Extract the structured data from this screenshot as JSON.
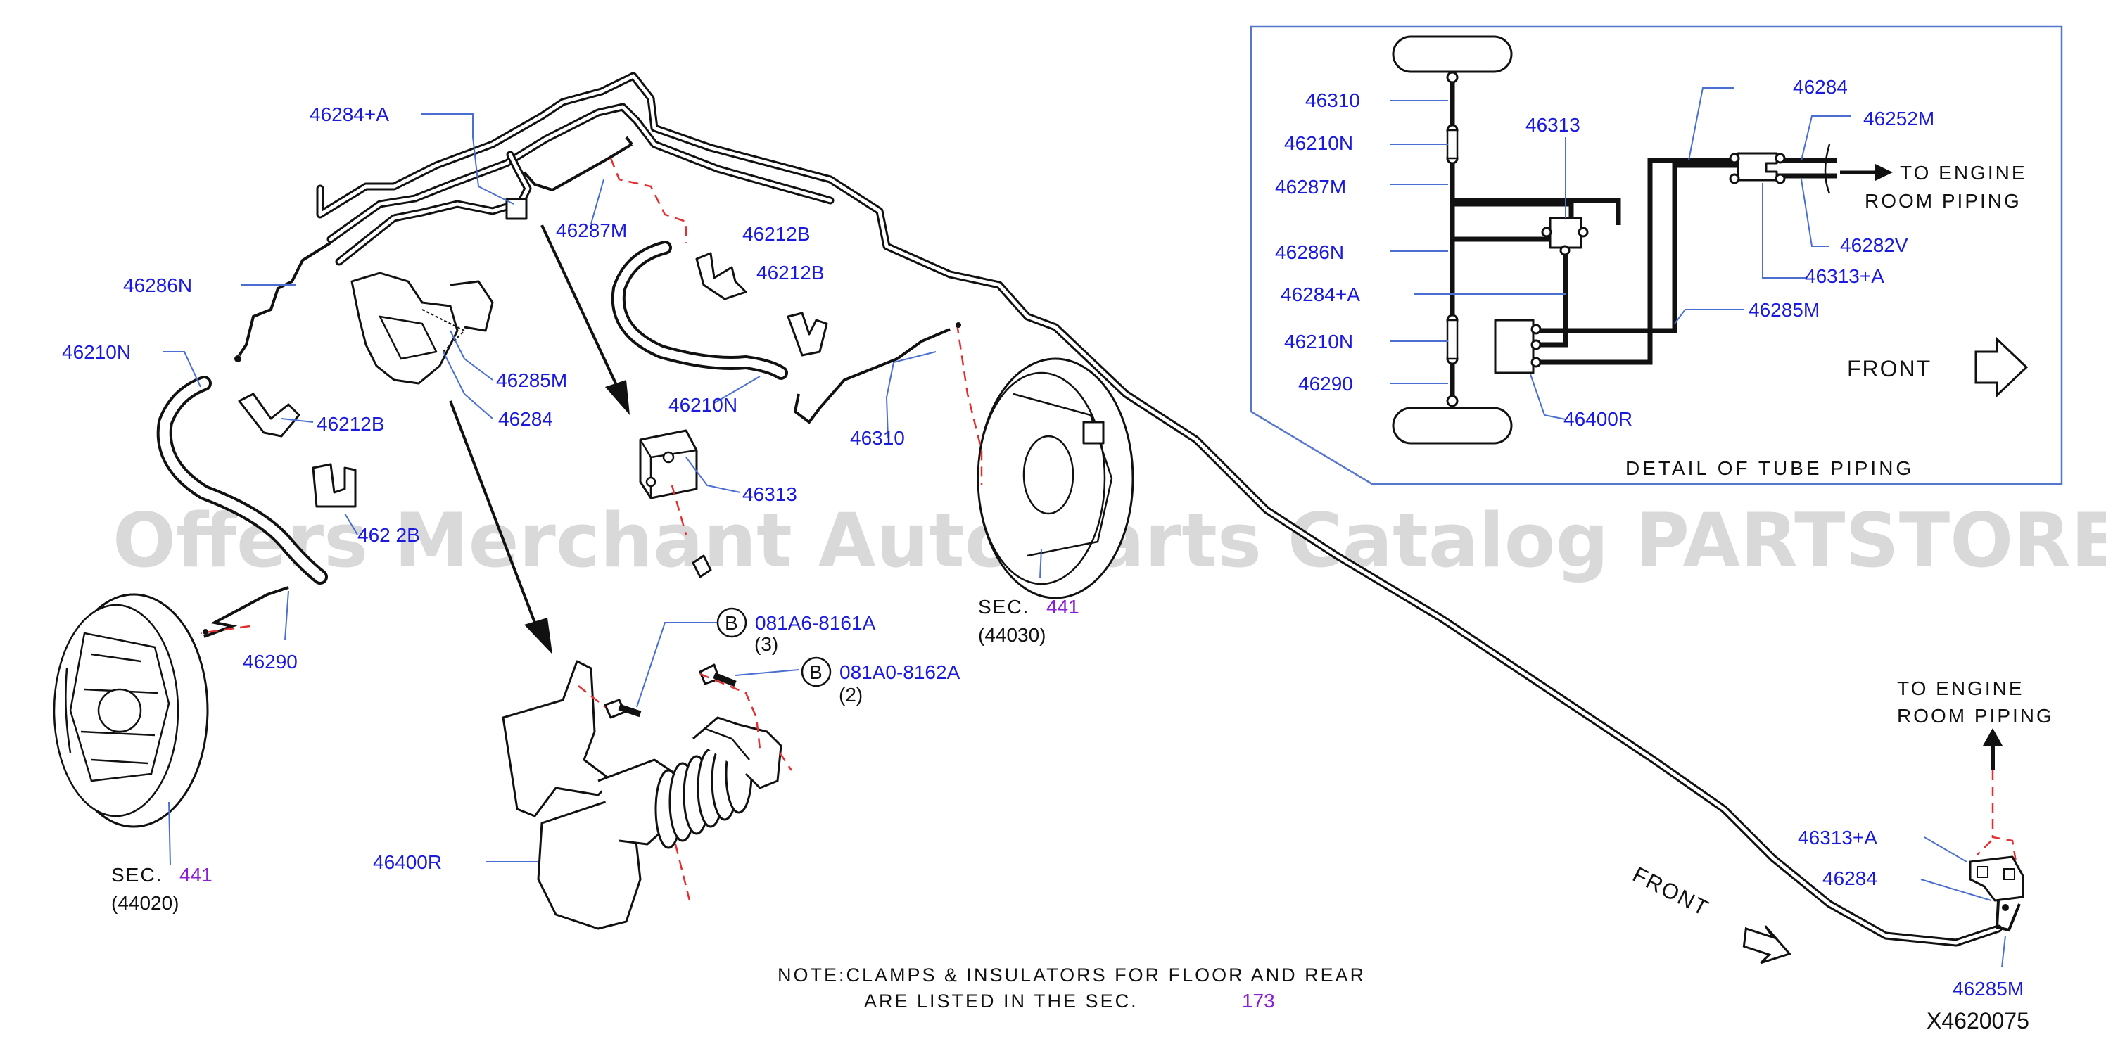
{
  "labels": {
    "l46284A_top": "46284+A",
    "l46287M": "46287M",
    "l46286N": "46286N",
    "l46210N_left": "46210N",
    "l46212B_1": "46212B",
    "l46212B_2": "46212B",
    "l46212B_3": "46212B",
    "l46285M": "46285M",
    "l46284": "46284",
    "l46210N_mid": "46210N",
    "l46310": "46310",
    "l46313": "46313",
    "l4621x_partial": "462 2B",
    "l46290": "46290",
    "l46400R": "46400R",
    "bolt1": "081A6-8161A",
    "bolt1_qty": "(3)",
    "bolt2": "081A0-8162A",
    "bolt2_qty": "(2)",
    "circle_b": "B",
    "sec_left": "SEC.",
    "sec_left_num": "441",
    "sec_left_code": "(44020)",
    "sec_mid": "SEC.",
    "sec_mid_num": "441",
    "sec_mid_code": "(44030)",
    "front_lower": "FRONT",
    "to_engine_lower_1": "TO ENGINE",
    "to_engine_lower_2": "ROOM PIPING",
    "l46313A_lower": "46313+A",
    "l46284_lower": "46284",
    "l46285M_lower": "46285M",
    "note_line1": "NOTE:CLAMPS & INSULATORS FOR FLOOR AND REAR",
    "note_line2": "ARE LISTED IN THE SEC.",
    "note_sec": "173",
    "diagram_code": "X4620075"
  },
  "detail": {
    "title": "DETAIL OF TUBE PIPING",
    "l46310": "46310",
    "l46210N_a": "46210N",
    "l46287M": "46287M",
    "l46286N": "46286N",
    "l46284A": "46284+A",
    "l46210N_b": "46210N",
    "l46290": "46290",
    "l46313": "46313",
    "l46400R": "46400R",
    "l46284": "46284",
    "l46252M": "46252M",
    "l46282V": "46282V",
    "l46313A": "46313+A",
    "l46285M": "46285M",
    "to_engine_1": "TO ENGINE",
    "to_engine_2": "ROOM PIPING",
    "front": "FRONT"
  },
  "watermark": "Offers Merchant Auto Parts Catalog PARTSTORE.SA",
  "colors": {
    "label": "#1a1adc",
    "section": "#8a1fd6",
    "leader": "#4a6fd0",
    "dashed": "#e23030",
    "frame": "#5577cc"
  }
}
